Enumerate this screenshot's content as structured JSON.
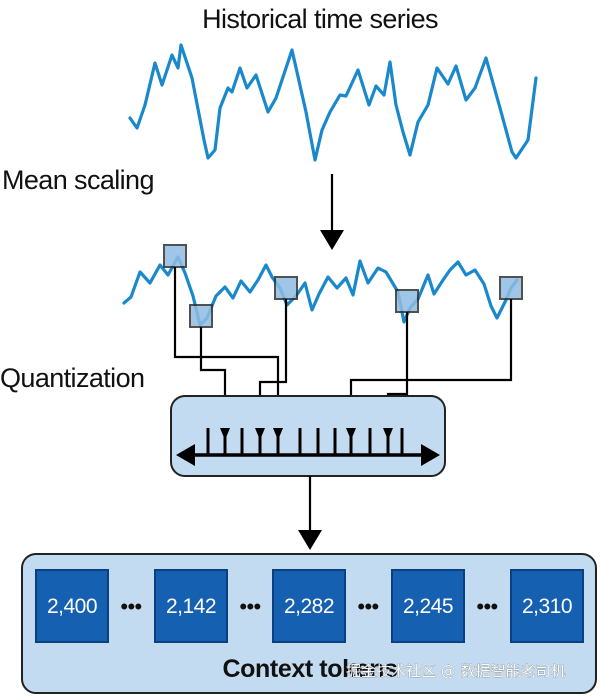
{
  "labels": {
    "historical": "Historical time series",
    "mean_scaling": "Mean scaling",
    "quantization": "Quantization",
    "context_tokens": "Context tokens"
  },
  "tokens": [
    {
      "value": "2,400"
    },
    {
      "value": "2,142"
    },
    {
      "value": "2,282"
    },
    {
      "value": "2,245"
    },
    {
      "value": "2,310"
    }
  ],
  "ellipsis": "•••",
  "watermark": "掘金技术社区 @ 数据智能老司机",
  "colors": {
    "series_line": "#1a88cc",
    "marker_fill": "#8fbde3",
    "quant_box_fill": "#c3dbf0",
    "quant_box_stroke": "#222222",
    "context_box_fill": "#c3dbf0",
    "token_fill": "#1560b0",
    "token_stroke": "#0a3f80",
    "arrow": "#000000"
  }
}
